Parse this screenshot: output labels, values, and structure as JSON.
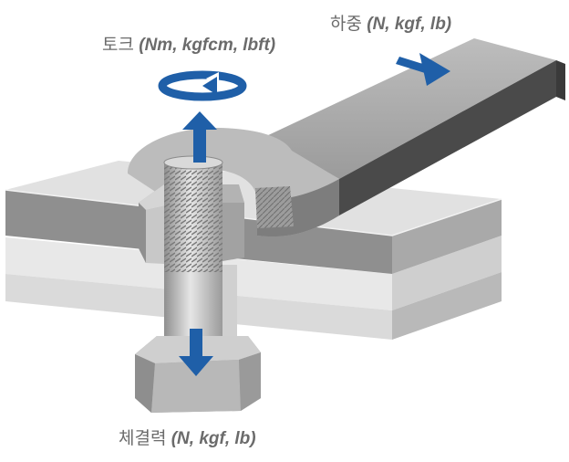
{
  "labels": {
    "torque": {
      "name": "토크",
      "units": "(Nm, kgfcm, lbft)"
    },
    "load": {
      "name": "하중",
      "units": "(N, kgf, lb)"
    },
    "clamp": {
      "name": "체결력",
      "units": "(N, kgf, lb)"
    }
  },
  "icons": {
    "torque": "rotation-arrow-icon",
    "load": "right-arrow-icon",
    "axial_up": "up-arrow-icon",
    "axial_down": "down-arrow-icon"
  },
  "colors": {
    "arrow": "#1f5fa8",
    "plate_top": "#e3e3e3",
    "plate_side": "#8c8c8c",
    "metal": "#c4c4c4",
    "label": "#6b6b6b"
  }
}
